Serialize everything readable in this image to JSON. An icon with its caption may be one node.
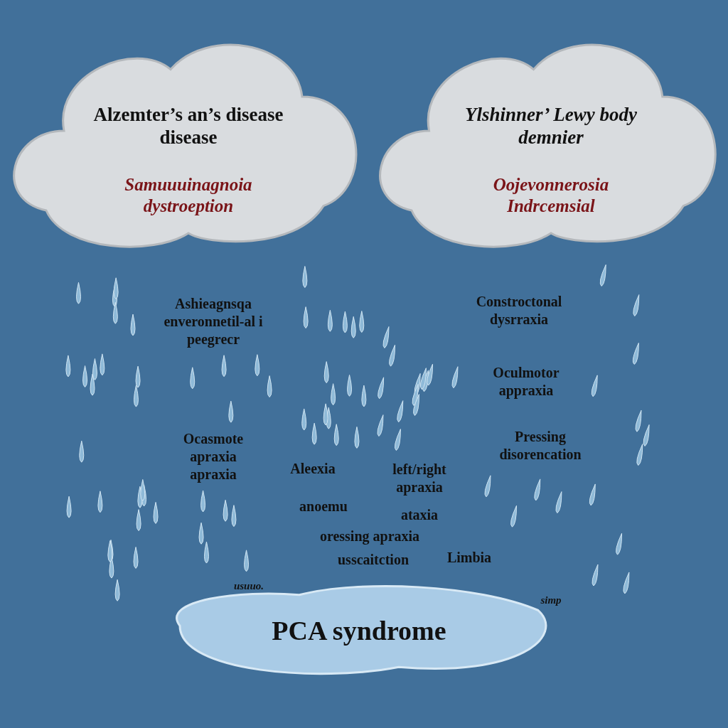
{
  "diagram": {
    "nodes": [
      {
        "text": [
          "Alzemter’s an’s disease disease",
          "Samuuuinagnoia dystroeption"
        ]
      },
      {
        "text": [
          "Ylshinner’ Lewy body demnier",
          "Oojevonnerosia Indrcemsial"
        ]
      },
      {
        "text": [
          "PCA syndrome"
        ]
      }
    ],
    "edges": [],
    "labels": [
      "Ashieagnsqa enveronnetil-al i peegrecr",
      "Constroctonal dysrraxia",
      "Oculmotor appraxia",
      "Ocasmote apraxia apraxia",
      "Aleexia",
      "left/right apraxia",
      "Pressing disorencation",
      "anoemu",
      "ataxia",
      "oressing apraxia",
      "usscaitction",
      "Limbia",
      "usuuo.",
      "simp"
    ]
  }
}
